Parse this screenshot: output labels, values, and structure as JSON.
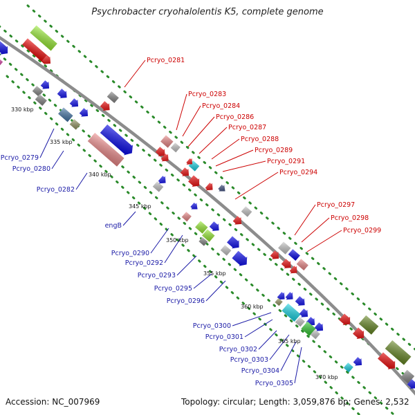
{
  "title": "Psychrobacter cryohalolentis K5, complete genome",
  "footer": {
    "accession": "Accession: NC_007969",
    "summary": "Topology: circular; Length: 3,059,876 bp; Genes: 2,532"
  },
  "colors": {
    "reverse_label": "#cc0000",
    "forward_label": "#1a1aa6",
    "backbone": "#8c8c8c",
    "dots": "#2a8a2a"
  },
  "kbp_ticks": [
    "330 kbp",
    "335 kbp",
    "340 kbp",
    "345 kbp",
    "350 kbp",
    "355 kbp",
    "360 kbp",
    "365 kbp",
    "370 kbp"
  ],
  "reverse_gene_labels": [
    "Pcryo_0281",
    "Pcryo_0283",
    "Pcryo_0284",
    "Pcryo_0286",
    "Pcryo_0287",
    "Pcryo_0288",
    "Pcryo_0289",
    "Pcryo_0291",
    "Pcryo_0294",
    "Pcryo_0297",
    "Pcryo_0298",
    "Pcryo_0299"
  ],
  "forward_gene_labels": [
    "Pcryo_0279",
    "Pcryo_0280",
    "Pcryo_0282",
    "engB",
    "Pcryo_0290",
    "Pcryo_0292",
    "Pcryo_0293",
    "Pcryo_0295",
    "Pcryo_0296",
    "Pcryo_0300",
    "Pcryo_0301",
    "Pcryo_0302",
    "Pcryo_0303",
    "Pcryo_0304",
    "Pcryo_0305"
  ]
}
